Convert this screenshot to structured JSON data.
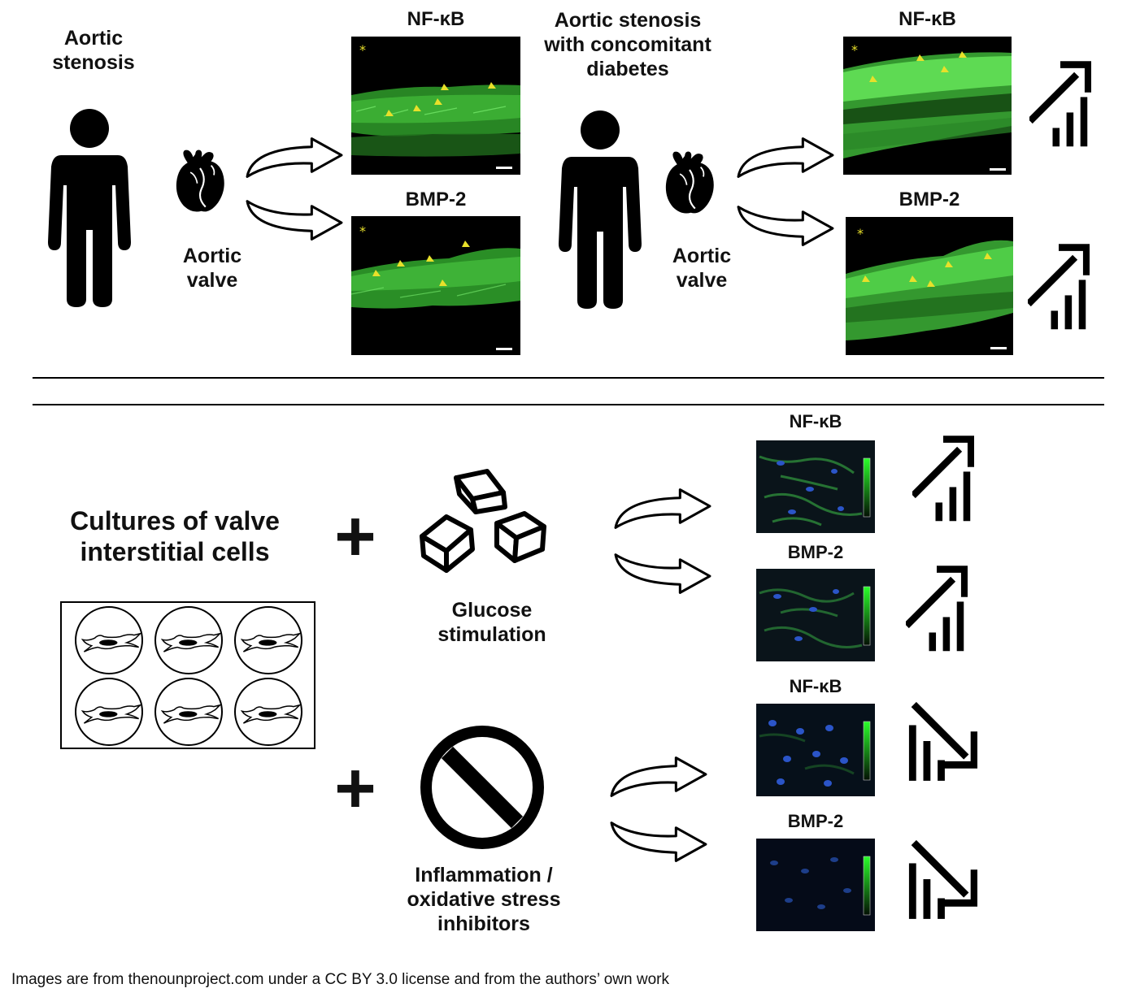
{
  "top_left": {
    "condition_label": "Aortic\nstenosis",
    "valve_label": "Aortic\nvalve",
    "images": [
      {
        "marker": "NF-κB",
        "asterisk": "*"
      },
      {
        "marker": "BMP-2",
        "asterisk": "*"
      }
    ]
  },
  "top_right": {
    "condition_label": "Aortic stenosis\nwith concomitant\ndiabetes",
    "valve_label": "Aortic\nvalve",
    "images": [
      {
        "marker": "NF-κB",
        "asterisk": "*",
        "trend": "increase"
      },
      {
        "marker": "BMP-2",
        "asterisk": "*",
        "trend": "increase"
      }
    ]
  },
  "bottom": {
    "cultures_label": "Cultures of valve\ninterstitial cells",
    "plus_symbol": "+",
    "glucose": {
      "label": "Glucose\nstimulation",
      "images": [
        {
          "marker": "NF-κB",
          "trend": "increase"
        },
        {
          "marker": "BMP-2",
          "trend": "increase"
        }
      ]
    },
    "inhibitors": {
      "label": "Inflammation /\noxidative stress\ninhibitors",
      "images": [
        {
          "marker": "NF-κB",
          "trend": "decrease"
        },
        {
          "marker": "BMP-2",
          "trend": "decrease"
        }
      ]
    }
  },
  "footnote": "Images are from thenounproject.com under a CC BY 3.0 license and from the authors’ own work",
  "colors": {
    "stain_green": "#3fc23a",
    "arrowhead_yellow": "#e8e02a",
    "nuclei_blue": "#2b55c8"
  }
}
